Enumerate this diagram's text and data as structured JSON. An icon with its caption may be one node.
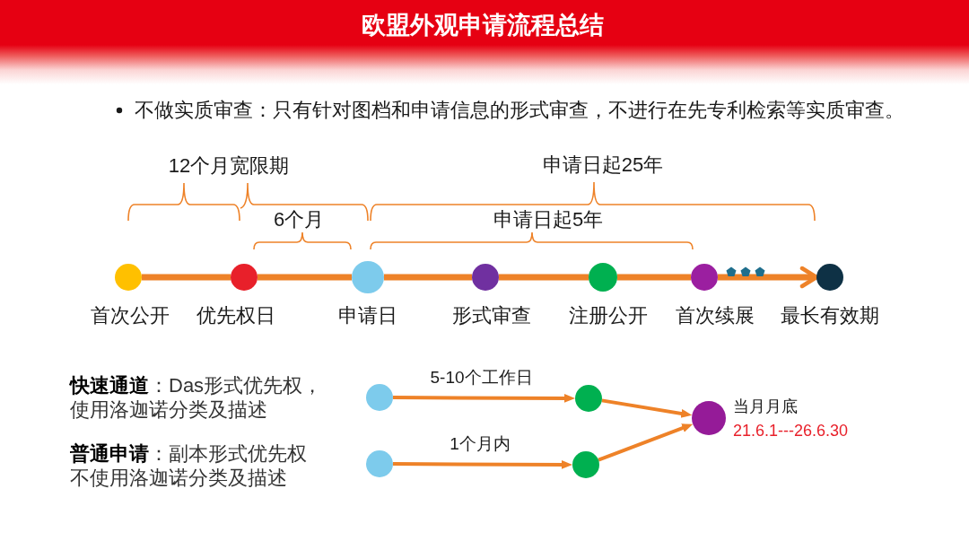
{
  "diagram": {
    "title": "欧盟外观申请流程总结",
    "nodes": [
      {
        "text": [],
        "shape": "circle",
        "beside": [
          "首次公开"
        ]
      },
      {
        "text": [],
        "shape": "circle",
        "beside": [
          "优先权日"
        ]
      },
      {
        "text": [],
        "shape": "circle",
        "beside": [
          "申请日"
        ]
      },
      {
        "text": [],
        "shape": "circle",
        "beside": [
          "形式审查"
        ]
      },
      {
        "text": [],
        "shape": "circle",
        "beside": [
          "注册公开"
        ]
      },
      {
        "text": [],
        "shape": "circle",
        "beside": [
          "首次续展"
        ]
      },
      {
        "text": [],
        "shape": "circle",
        "beside": [
          "最长有效期"
        ]
      },
      {
        "text": [],
        "shape": "circle"
      },
      {
        "text": [],
        "shape": "circle"
      },
      {
        "text": [],
        "shape": "circle"
      },
      {
        "text": [],
        "shape": "circle"
      },
      {
        "text": [],
        "shape": "circle",
        "beside": [
          "当月月底",
          "21.6.1---26.6.30"
        ]
      }
    ],
    "edges": [
      {
        "from": 0,
        "to": 1,
        "arrow": "none"
      },
      {
        "from": 1,
        "to": 2,
        "arrow": "none"
      },
      {
        "from": 2,
        "to": 3,
        "arrow": "none"
      },
      {
        "from": 3,
        "to": 4,
        "arrow": "none"
      },
      {
        "from": 4,
        "to": 5,
        "arrow": "none"
      },
      {
        "from": 5,
        "to": 6,
        "arrow": "to"
      },
      {
        "from": 7,
        "to": 8,
        "arrow": "to",
        "label": "5-10个工作日"
      },
      {
        "from": 9,
        "to": 10,
        "arrow": "to",
        "label": "1个月内"
      },
      {
        "from": 8,
        "to": 11,
        "arrow": "to"
      },
      {
        "from": 10,
        "to": 11,
        "arrow": "to"
      }
    ],
    "labels": [
      "不做实质审查：只有针对图档和申请信息的形式审查，不进行在先专利检索等实质审查。",
      "12个月宽限期",
      "申请日起25年",
      "6个月",
      "申请日起5年",
      "**快速通道**：Das形式优先权，使用洛迦诺分类及描述",
      "**普通申请**：副本形式优先权不使用洛迦诺分类及描述"
    ]
  }
}
